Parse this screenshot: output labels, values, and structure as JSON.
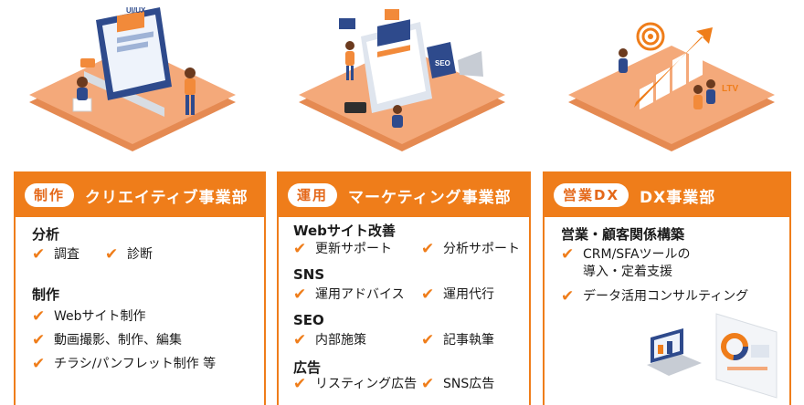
{
  "columns": [
    {
      "tag": "制作",
      "title": "クリエイティブ事業部",
      "illustration_text": "UI/UX",
      "sections": [
        {
          "heading": "分析",
          "items": [
            "調査",
            "診断"
          ]
        },
        {
          "heading": "制作",
          "items": [
            "Webサイト制作",
            "動画撮影、制作、編集",
            "チラシ/パンフレット制作 等"
          ]
        }
      ]
    },
    {
      "tag": "運用",
      "title": "マーケティング事業部",
      "illustration_text": "SEO",
      "sections": [
        {
          "heading": "Webサイト改善",
          "items": [
            "更新サポート",
            "分析サポート"
          ]
        },
        {
          "heading": "SNS",
          "items": [
            "運用アドバイス",
            "運用代行"
          ]
        },
        {
          "heading": "SEO",
          "items": [
            "内部施策",
            "記事執筆"
          ]
        },
        {
          "heading": "広告",
          "items": [
            "リスティング広告",
            "SNS広告"
          ]
        }
      ]
    },
    {
      "tag": "営業DX",
      "title": "DX事業部",
      "illustration_text": "LTV",
      "sections": [
        {
          "heading": "営業・顧客関係構築",
          "items": [
            "CRM/SFAツールの\n導入・定着支援",
            "データ活用コンサルティング"
          ]
        }
      ]
    }
  ],
  "colors": {
    "accent": "#ef7d1a",
    "platform": "#f4a97a",
    "platform_dark": "#e58a52"
  },
  "icons": [
    "check-icon"
  ]
}
